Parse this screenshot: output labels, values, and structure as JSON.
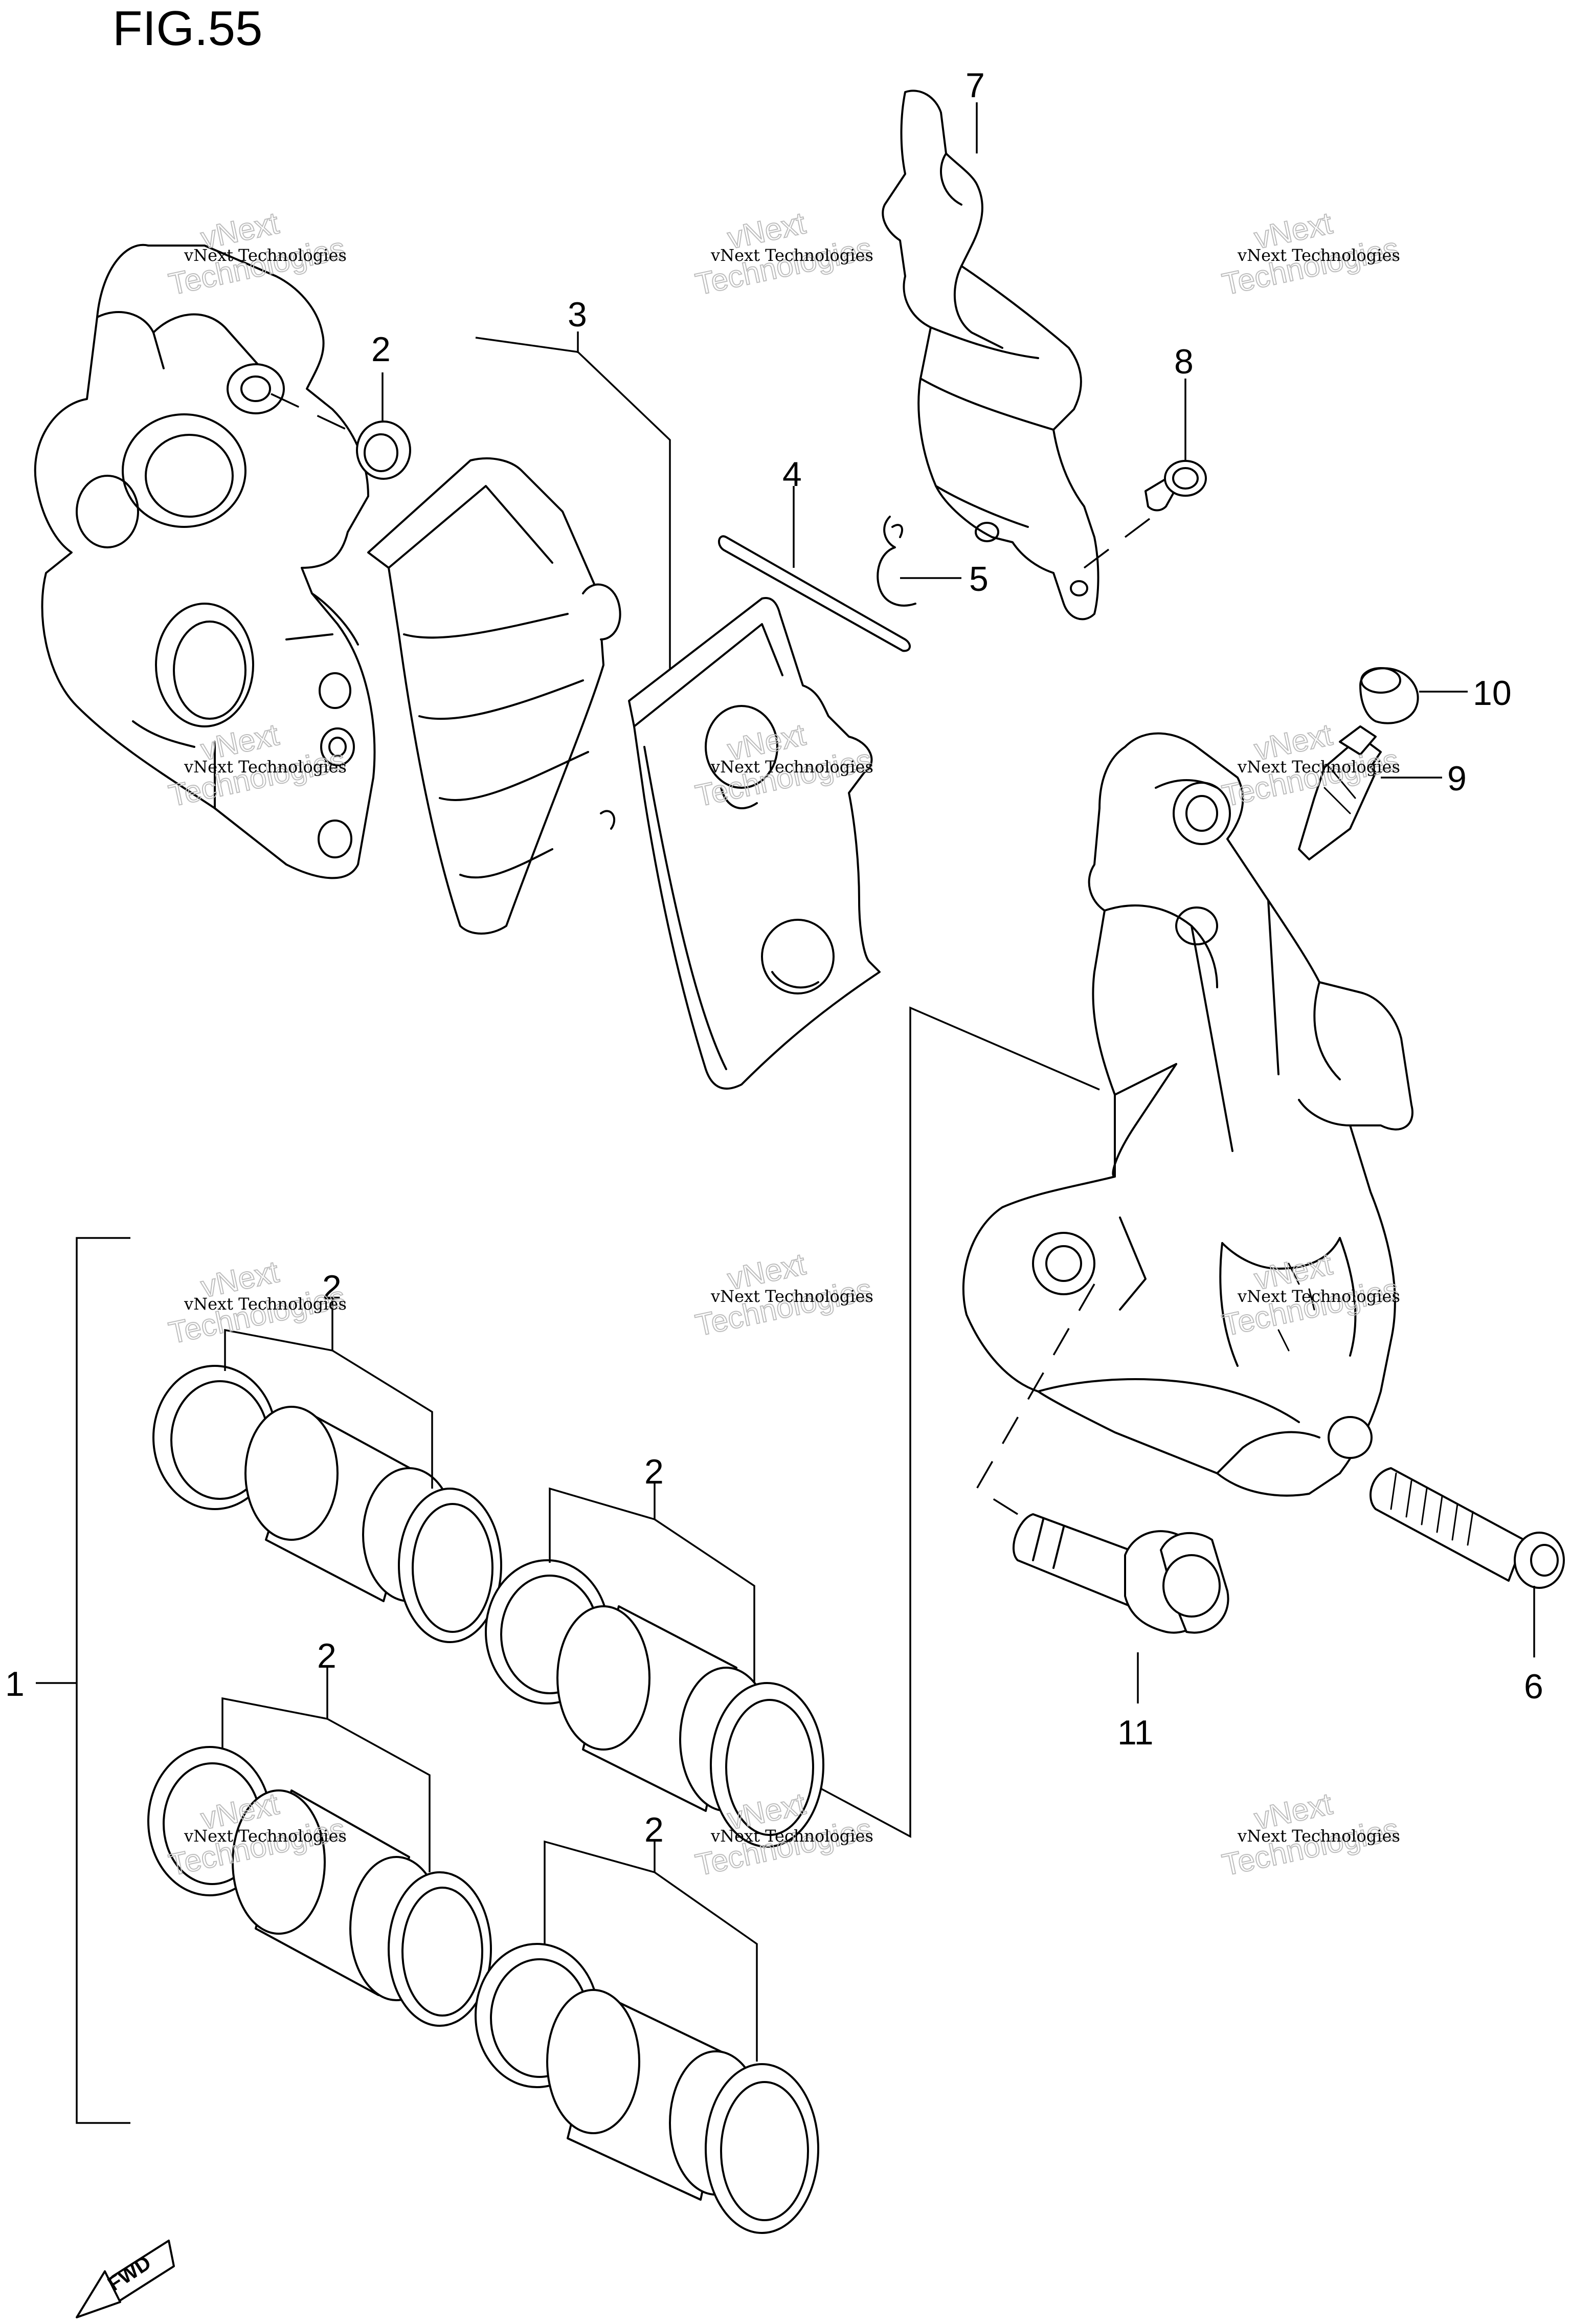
{
  "figure": {
    "title": "FIG.55"
  },
  "callouts": {
    "c1": "1",
    "c2a": "2",
    "c2b": "2",
    "c2c": "2",
    "c2d": "2",
    "c2e": "2",
    "c3": "3",
    "c4": "4",
    "c5": "5",
    "c6": "6",
    "c7": "7",
    "c8": "8",
    "c9": "9",
    "c10": "10",
    "c11": "11"
  },
  "watermark": {
    "line1": "vNext Technologies",
    "line2": "vNext",
    "line3": "Technologies"
  },
  "direction_marker": {
    "label": "FWD"
  }
}
